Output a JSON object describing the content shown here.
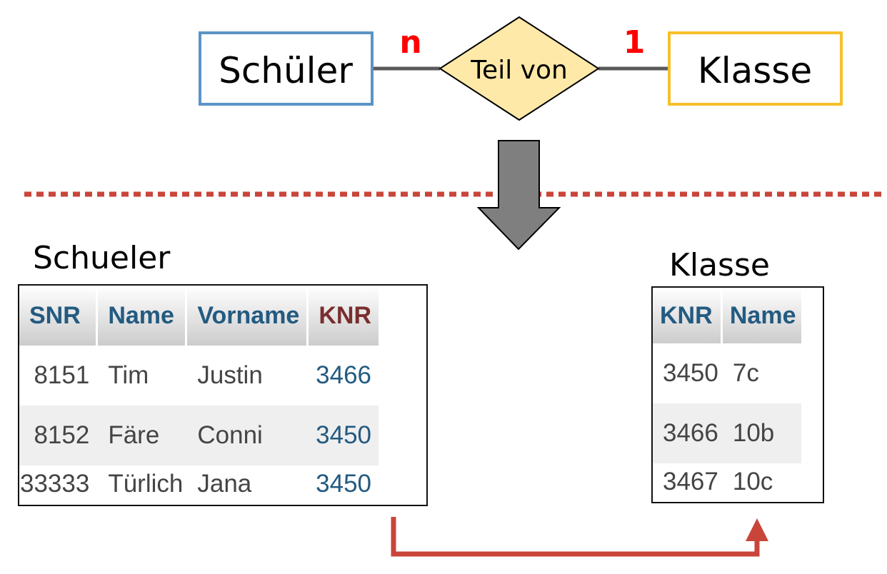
{
  "er_model": {
    "entity_left": "Schüler",
    "entity_right": "Klasse",
    "relationship": "Teil von",
    "cardinality_left": "n",
    "cardinality_right": "1"
  },
  "tables": {
    "schueler": {
      "title": "Schueler",
      "columns": [
        "SNR",
        "Name",
        "Vorname",
        "KNR"
      ],
      "rows": [
        [
          "8151",
          "Tim",
          "Justin",
          "3466"
        ],
        [
          "8152",
          "Färe",
          "Conni",
          "3450"
        ],
        [
          "33333",
          "Türlich",
          "Jana",
          "3450"
        ]
      ]
    },
    "klasse": {
      "title": "Klasse",
      "columns": [
        "KNR",
        "Name"
      ],
      "rows": [
        [
          "3450",
          "7c"
        ],
        [
          "3466",
          "10b"
        ],
        [
          "3467",
          "10c"
        ]
      ]
    }
  },
  "colors": {
    "entity_left_border": "#5b93c7",
    "entity_right_border": "#f6c02b",
    "diamond_fill": "#ffe9a8",
    "cardinality": "#ff0000",
    "divider": "#c9453a",
    "arrow_down": "#7f7f7f",
    "fk_arrow": "#c9453a"
  }
}
